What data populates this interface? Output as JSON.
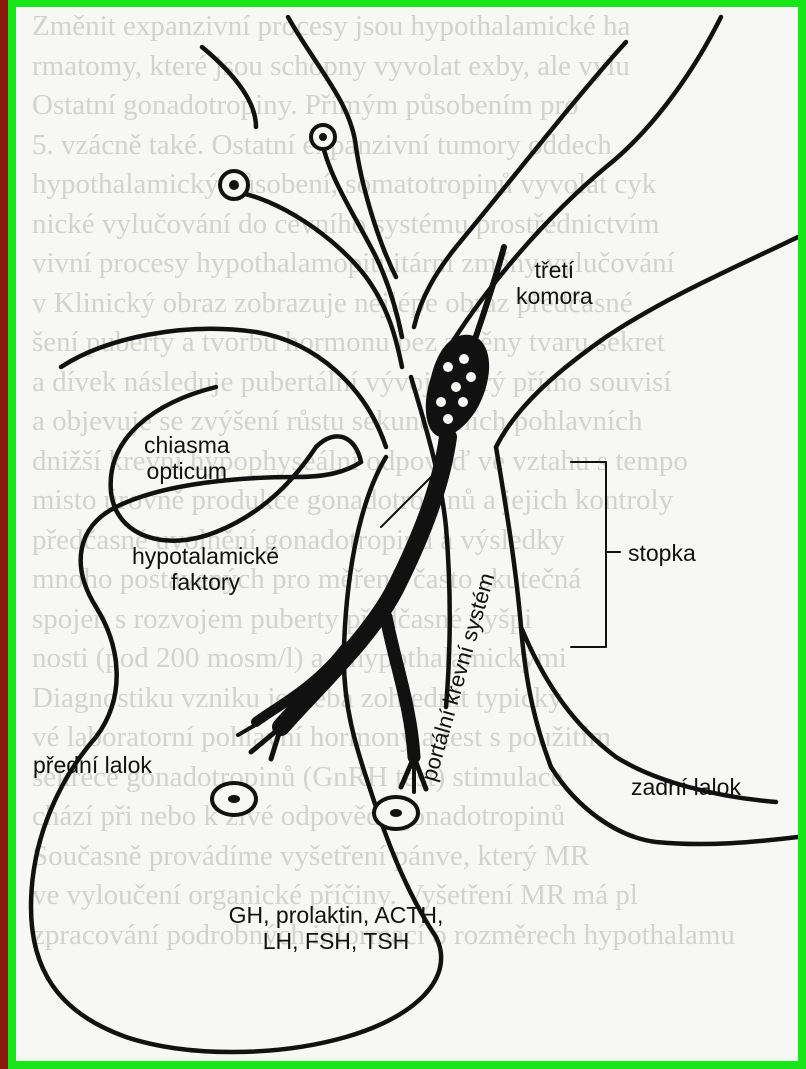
{
  "background_text": [
    "Změnit expanzivní procesy jsou hypothalamické ha",
    "rmatomy, které jsou schopny vyvolat exby, ale vylu",
    "Ostatní gonadotropiny. Přímým působením pro",
    "5. vzácně také. Ostatní expanzivní tumory oddech",
    "hypothalamický působení, somatotropinů vyvolat cyk",
    "nické vylučování do cévního systému prostřednictvím",
    "vivní procesy hypothalamopituitární změny vylučování",
    "v Klinický obraz zobrazuje nejlépe obraz předčasné",
    "šení puberty a tvorbu hormonu bez změny tvaru sekret",
    "a dívek následuje pubertální vývoj, který přímo souvisí",
    "a objevuje se zvýšení růstu sekundárních pohlavních",
    "dnižší krevní hypophyseální odpověď ve vztahu s tempo",
    "misto úrovně produkce gonadotropinů a jejich kontroly",
    "předčasné uvolnění gonadotropinů a výsledky",
    "mnoho postavených pro měření, často skutečná",
    "spojen s rozvojem puberty předčasné vyšpi",
    "nosti (pod 200 mosm/l) a s hypothalamickými",
    "Diagnostiku vzniku je třeba zohlednit typicky",
    "vé laboratorní pohlavní hormony a test s použitím",
    "sekrece gonadotropinů (GnRH test) stimulace",
    "chází při nebo k živé odpovědí gonadotropinů",
    "Současně provádíme vyšetření pánve, který MR",
    "ve vyloučení organické příčiny. Vyšetření MR má pl",
    "zpracování podrobných informací o rozměrech hypothalamu"
  ],
  "labels": {
    "treti_komora": [
      "třetí",
      "komora"
    ],
    "chiasma_opticum": [
      "chiasma",
      "opticum"
    ],
    "stopka": "stopka",
    "hypotalamicke_faktory": [
      "hypotalamické",
      "faktory"
    ],
    "portalni_krevni_system": "portální krevní systém",
    "predni_lalok": "přední lalok",
    "zadni_lalok": "zadní lalok",
    "hormones": [
      "GH, prolaktin, ACTH,",
      "LH, FSH, TSH"
    ]
  },
  "colors": {
    "frame": "#19e619",
    "outer_border": "#8b1a0e",
    "background_text": "#d2d2cf",
    "ink": "#111111"
  }
}
